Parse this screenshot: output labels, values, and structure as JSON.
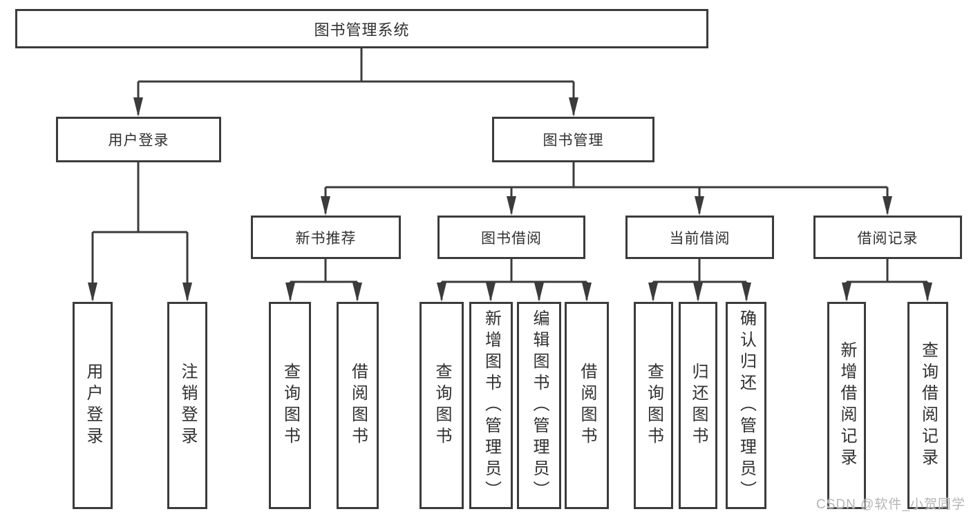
{
  "diagram": {
    "title": "图书管理系统",
    "branches": [
      {
        "label": "用户登录",
        "children": [
          {
            "label": "用户登录"
          },
          {
            "label": "注销登录"
          }
        ]
      },
      {
        "label": "图书管理",
        "children": [
          {
            "label": "新书推荐",
            "children": [
              {
                "label": "查询图书"
              },
              {
                "label": "借阅图书"
              }
            ]
          },
          {
            "label": "图书借阅",
            "children": [
              {
                "label": "查询图书"
              },
              {
                "label": "新增图书（管理员）"
              },
              {
                "label": "编辑图书（管理员）"
              },
              {
                "label": "借阅图书"
              }
            ]
          },
          {
            "label": "当前借阅",
            "children": [
              {
                "label": "查询图书"
              },
              {
                "label": "归还图书"
              },
              {
                "label": "确认归还（管理员）"
              }
            ]
          },
          {
            "label": "借阅记录",
            "children": [
              {
                "label": "新增借阅记录"
              },
              {
                "label": "查询借阅记录"
              }
            ]
          }
        ]
      }
    ]
  },
  "watermark": "CSDN @软件_小贺同学",
  "colors": {
    "line": "#3b3b3b",
    "box_border": "#3b3b3b",
    "text": "#303030",
    "watermark": "#b5b5b5",
    "background": "#ffffff"
  }
}
